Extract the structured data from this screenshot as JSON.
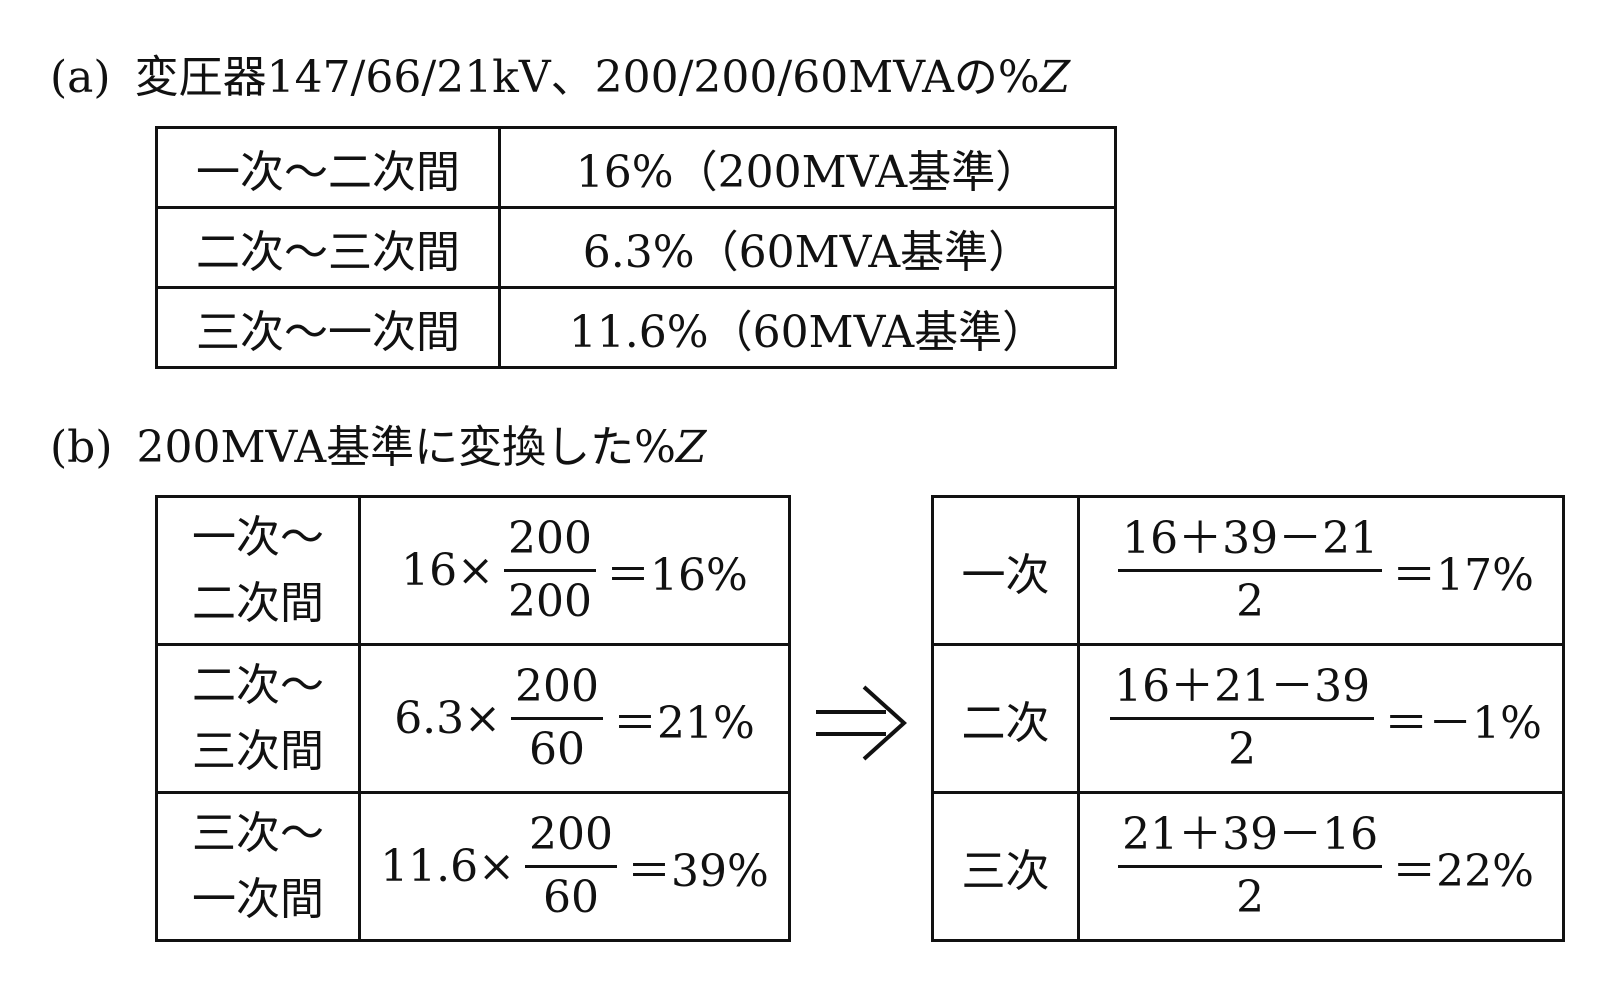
{
  "section_a": {
    "label": "(a)",
    "text": "変圧器147/66/21kV、200/200/60MVAの%",
    "z": "Z",
    "rows": [
      {
        "pair": "一次～二次間",
        "impedance": "16%（200MVA基準）"
      },
      {
        "pair": "二次～三次間",
        "impedance": "6.3%（60MVA基準）"
      },
      {
        "pair": "三次～一次間",
        "impedance": "11.6%（60MVA基準）"
      }
    ]
  },
  "section_b": {
    "label": "(b)",
    "text": "200MVA基準に変換した%",
    "z": "Z",
    "conversions": [
      {
        "pair_l1": "一次～",
        "pair_l2": "二次間",
        "coef": "16×",
        "num": "200",
        "den": "200",
        "result": "＝16%"
      },
      {
        "pair_l1": "二次～",
        "pair_l2": "三次間",
        "coef": "6.3×",
        "num": "200",
        "den": "60",
        "result": "＝21%"
      },
      {
        "pair_l1": "三次～",
        "pair_l2": "一次間",
        "coef": "11.6×",
        "num": "200",
        "den": "60",
        "result": "＝39%"
      }
    ],
    "arrow": "⇒",
    "windings": [
      {
        "name": "一次",
        "num": "16＋39－21",
        "den": "2",
        "result": "＝17%"
      },
      {
        "name": "二次",
        "num": "16＋21－39",
        "den": "2",
        "result": "＝－1%"
      },
      {
        "name": "三次",
        "num": "21＋39－16",
        "den": "2",
        "result": "＝22%"
      }
    ]
  }
}
